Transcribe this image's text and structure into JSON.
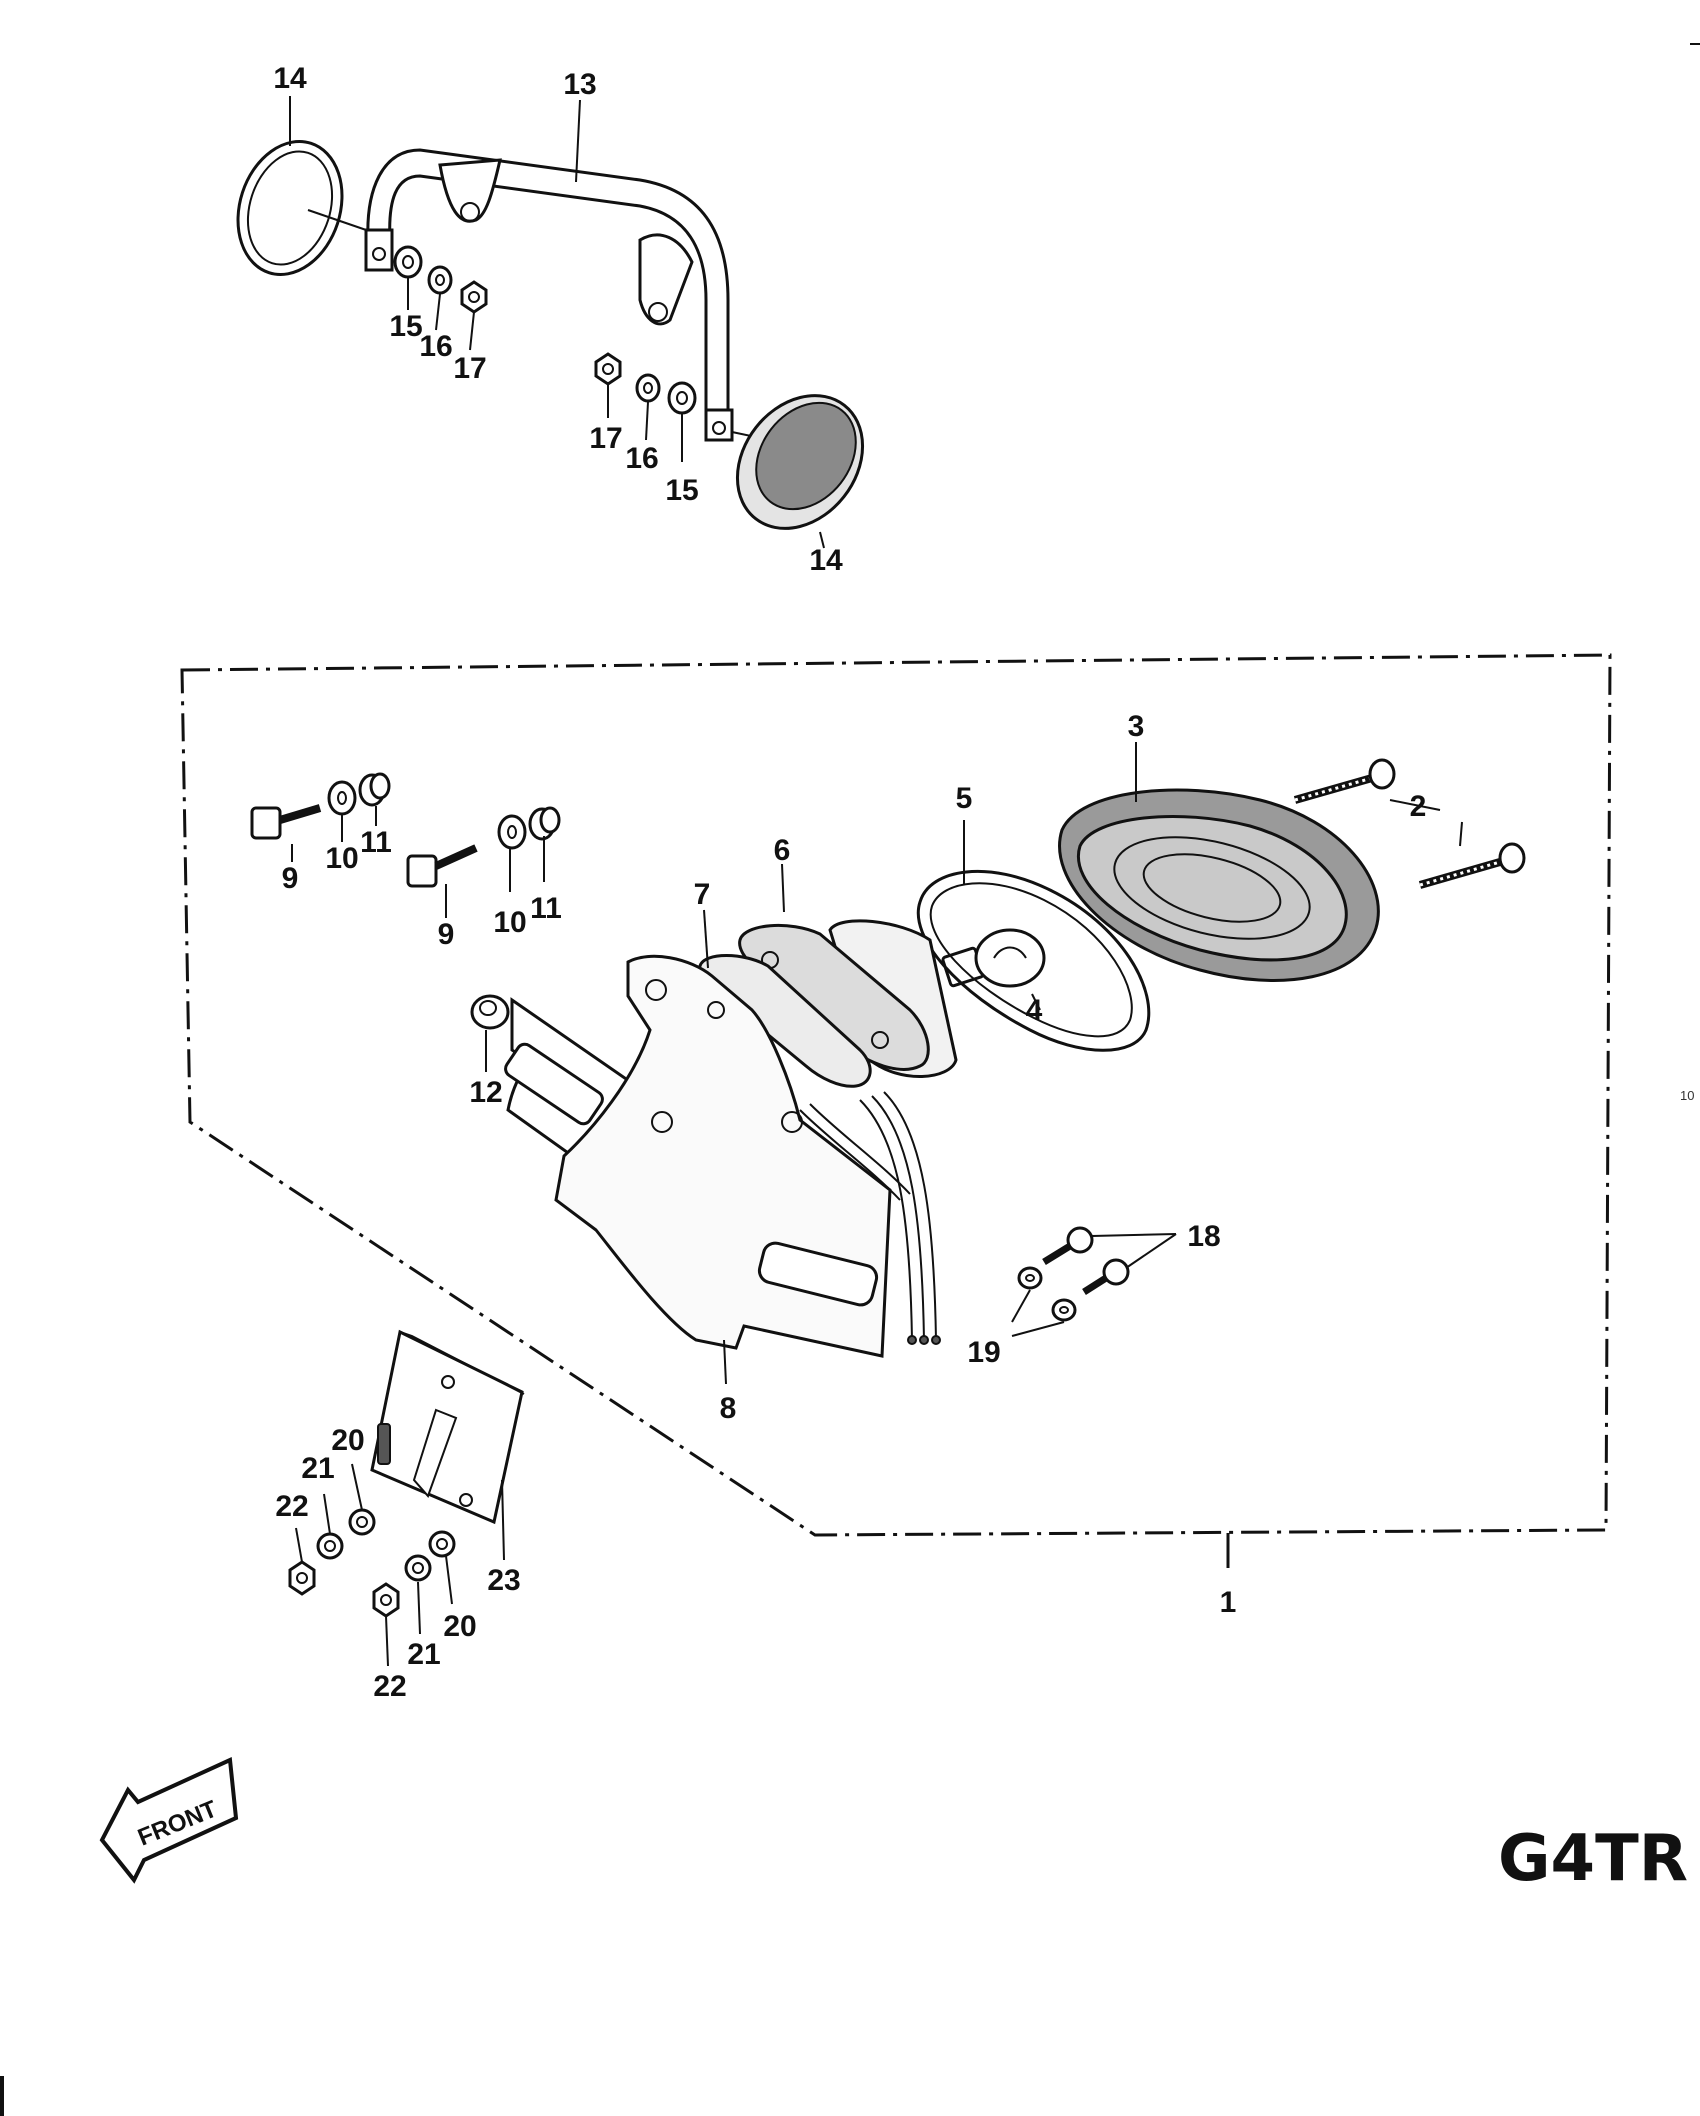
{
  "diagram_code": "G4TR",
  "front_label": "FRONT",
  "edge_mark": "10",
  "callouts": {
    "c1": "1",
    "c2": "2",
    "c3": "3",
    "c4": "4",
    "c5": "5",
    "c6": "6",
    "c7": "7",
    "c8": "8",
    "c9a": "9",
    "c9b": "9",
    "c10a": "10",
    "c10b": "10",
    "c11a": "11",
    "c11b": "11",
    "c12": "12",
    "c13": "13",
    "c14a": "14",
    "c14b": "14",
    "c15a": "15",
    "c15b": "15",
    "c16a": "16",
    "c16b": "16",
    "c17a": "17",
    "c17b": "17",
    "c18": "18",
    "c19": "19",
    "c20a": "20",
    "c20b": "20",
    "c21a": "21",
    "c21b": "21",
    "c22a": "22",
    "c22b": "22",
    "c23": "23"
  }
}
